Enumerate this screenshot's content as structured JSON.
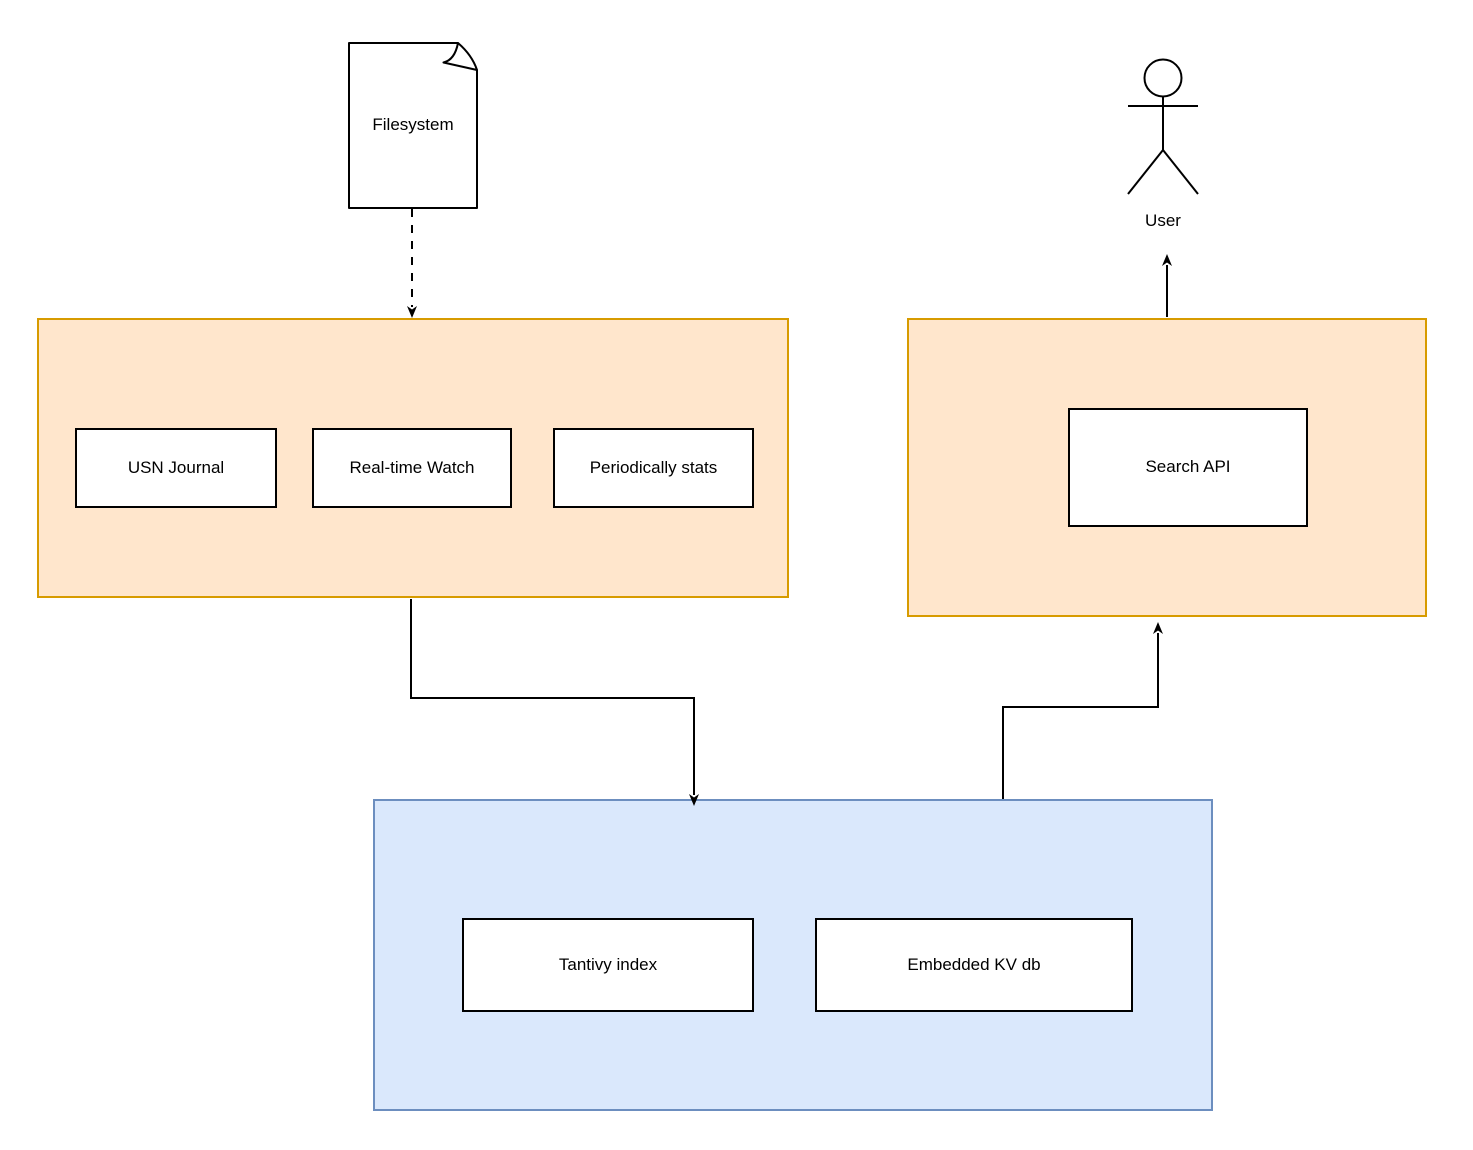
{
  "diagram_title": "",
  "colors": {
    "group_orange_fill": "#FFE6CC",
    "group_orange_stroke": "#D79B00",
    "group_blue_fill": "#DAE8FC",
    "group_blue_stroke": "#6C8EBF",
    "node_fill": "#FFFFFF",
    "node_stroke": "#000000",
    "connector_color": "#000000"
  },
  "nodes": {
    "filesystem": {
      "label": "Filesystem",
      "shape": "note"
    },
    "user": {
      "label": "User",
      "shape": "actor"
    },
    "usn_journal": {
      "label": "USN Journal"
    },
    "realtime_watch": {
      "label": "Real-time Watch"
    },
    "periodic_stats": {
      "label": "Periodically stats"
    },
    "search_api": {
      "label": "Search API"
    },
    "tantivy_index": {
      "label": "Tantivy index"
    },
    "embedded_kv": {
      "label": "Embedded KV db"
    }
  },
  "connectors": [
    {
      "from": "filesystem",
      "to": "ingest-group",
      "style": "dashed",
      "arrowhead": "filled-triangle"
    },
    {
      "from": "ingest-group",
      "to": "storage-group",
      "style": "solid-elbow",
      "arrowhead": "filled-triangle"
    },
    {
      "from": "storage-group",
      "to": "search-group",
      "style": "solid-elbow",
      "arrowhead": "filled-triangle"
    },
    {
      "from": "search-group",
      "to": "user",
      "style": "solid",
      "arrowhead": "filled-triangle"
    }
  ]
}
